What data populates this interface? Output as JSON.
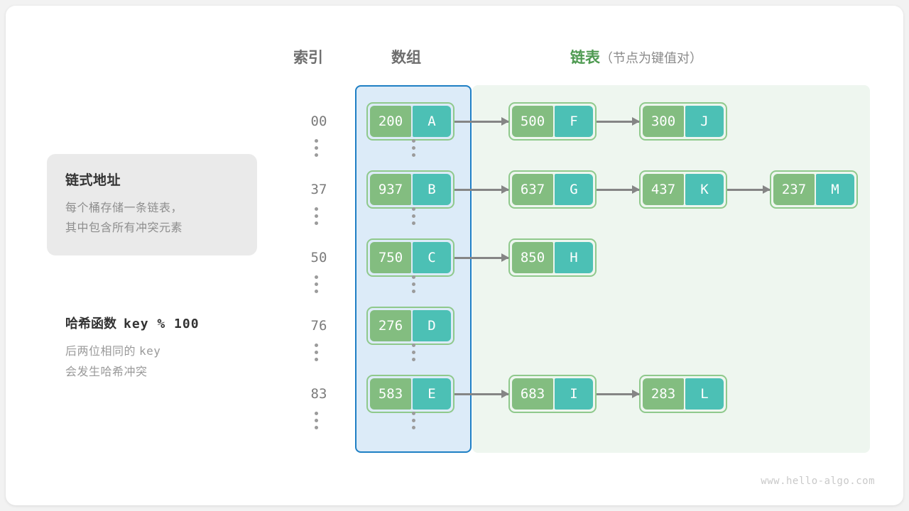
{
  "headers": {
    "index": "索引",
    "array": "数组",
    "list": "链表",
    "list_sub": "（节点为键值对）"
  },
  "callout": {
    "title": "链式地址",
    "line1": "每个桶存储一条链表，",
    "line2": "其中包含所有冲突元素"
  },
  "note": {
    "title_label": "哈希函数",
    "title_expr": "key % 100",
    "line1_a": "后两位相同的",
    "line1_b": "key",
    "line2": "会发生哈希冲突"
  },
  "colors": {
    "key_cell": "#83bd80",
    "value_cell": "#4cc0b5",
    "node_border": "#8fc98c",
    "array_panel_border": "#1e7fc4",
    "array_panel_fill": "#dcebf8",
    "list_panel_fill": "#eef6ef",
    "arrow": "#858585",
    "list_header": "#4e9a51"
  },
  "rows": [
    {
      "index": "00",
      "nodes": [
        {
          "key": "200",
          "value": "A"
        },
        {
          "key": "500",
          "value": "F"
        },
        {
          "key": "300",
          "value": "J"
        }
      ]
    },
    {
      "index": "37",
      "nodes": [
        {
          "key": "937",
          "value": "B"
        },
        {
          "key": "637",
          "value": "G"
        },
        {
          "key": "437",
          "value": "K"
        },
        {
          "key": "237",
          "value": "M"
        }
      ]
    },
    {
      "index": "50",
      "nodes": [
        {
          "key": "750",
          "value": "C"
        },
        {
          "key": "850",
          "value": "H"
        }
      ]
    },
    {
      "index": "76",
      "nodes": [
        {
          "key": "276",
          "value": "D"
        }
      ]
    },
    {
      "index": "83",
      "nodes": [
        {
          "key": "583",
          "value": "E"
        },
        {
          "key": "683",
          "value": "I"
        },
        {
          "key": "283",
          "value": "L"
        }
      ]
    }
  ],
  "ellipsis_rows": 6,
  "footer": {
    "watermark": "www.hello-algo.com"
  }
}
